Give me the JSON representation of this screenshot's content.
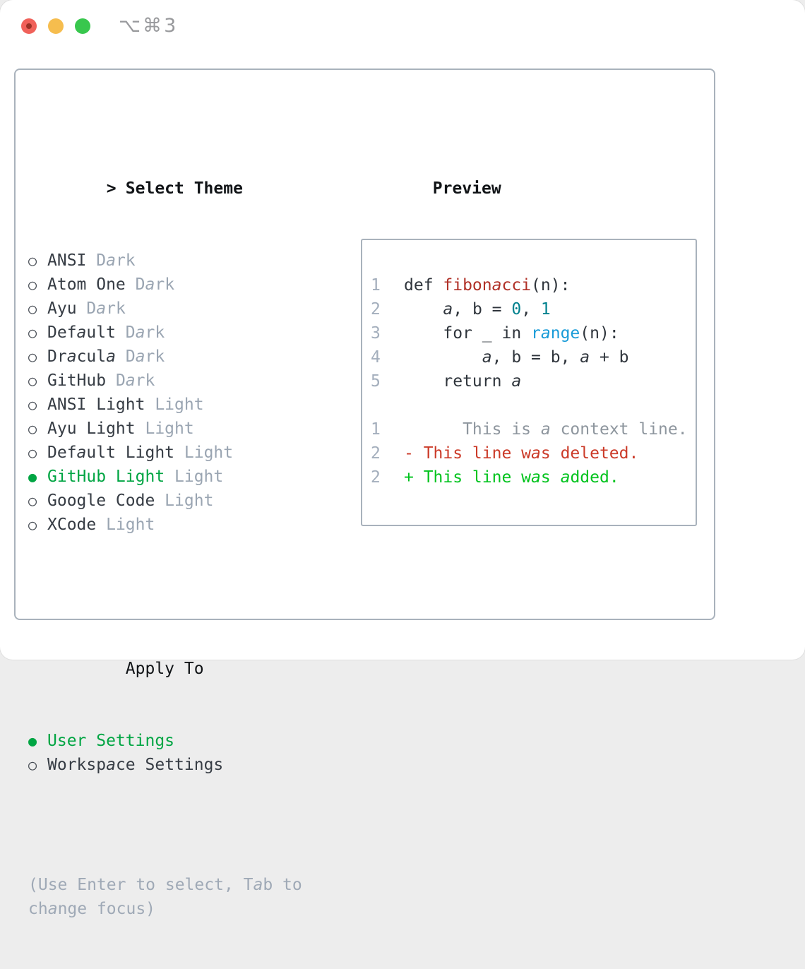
{
  "window": {
    "title": "⌥⌘3",
    "traffic_lights": [
      {
        "name": "close",
        "color": "#f0615a"
      },
      {
        "name": "minimize",
        "color": "#f6bd4e"
      },
      {
        "name": "zoom",
        "color": "#38c74d"
      }
    ]
  },
  "theme_picker": {
    "header": "Select Theme",
    "header_marker": ">",
    "marker_selected": "●",
    "marker_unselected": "○",
    "items": [
      {
        "name": "ANSI",
        "variant": "Dark",
        "selected": false
      },
      {
        "name": "Atom One",
        "variant": "Dark",
        "selected": false
      },
      {
        "name": "Ayu",
        "variant": "Dark",
        "selected": false
      },
      {
        "name": "Default",
        "variant": "Dark",
        "selected": false
      },
      {
        "name": "Dracula",
        "variant": "Dark",
        "selected": false
      },
      {
        "name": "GitHub",
        "variant": "Dark",
        "selected": false
      },
      {
        "name": "ANSI Light",
        "variant": "Light",
        "selected": false
      },
      {
        "name": "Ayu Light",
        "variant": "Light",
        "selected": false
      },
      {
        "name": "Default Light",
        "variant": "Light",
        "selected": false
      },
      {
        "name": "GitHub Light",
        "variant": "Light",
        "selected": true
      },
      {
        "name": "Google Code",
        "variant": "Light",
        "selected": false
      },
      {
        "name": "XCode",
        "variant": "Light",
        "selected": false
      }
    ]
  },
  "apply_to": {
    "header": "Apply To",
    "options": [
      {
        "label": "User Settings",
        "selected": true
      },
      {
        "label": "Workspace Settings",
        "selected": false
      }
    ]
  },
  "help_text": "(Use Enter to select, Tab to change focus)",
  "preview": {
    "header": "Preview",
    "lines": [
      {
        "num": "1",
        "segments": [
          {
            "text": "def ",
            "style": "plain"
          },
          {
            "text": "fibonacci",
            "style": "function"
          },
          {
            "text": "(n):",
            "style": "plain"
          }
        ]
      },
      {
        "num": "2",
        "segments": [
          {
            "text": "    a, b = ",
            "style": "plain"
          },
          {
            "text": "0",
            "style": "number"
          },
          {
            "text": ", ",
            "style": "plain"
          },
          {
            "text": "1",
            "style": "number"
          }
        ]
      },
      {
        "num": "3",
        "segments": [
          {
            "text": "    for _ in ",
            "style": "plain"
          },
          {
            "text": "range",
            "style": "builtin"
          },
          {
            "text": "(n):",
            "style": "plain"
          }
        ]
      },
      {
        "num": "4",
        "segments": [
          {
            "text": "        a, b = b, a + b",
            "style": "plain"
          }
        ]
      },
      {
        "num": "5",
        "segments": [
          {
            "text": "    return a",
            "style": "plain"
          }
        ]
      },
      {
        "num": "",
        "segments": []
      },
      {
        "num": "1",
        "segments": [
          {
            "text": "      This is a context line.",
            "style": "context"
          }
        ]
      },
      {
        "num": "2",
        "segments": [
          {
            "text": "- This line was deleted.",
            "style": "deleted"
          }
        ]
      },
      {
        "num": "2",
        "segments": [
          {
            "text": "+ This line was added.",
            "style": "added"
          }
        ]
      }
    ]
  },
  "colors": {
    "selection_green": "#00a543",
    "added_green": "#00c31d",
    "deleted_red": "#cb3a28",
    "function_red": "#b03027",
    "number_teal": "#00818e",
    "builtin_blue": "#189bd8",
    "text_dark": "#32383f",
    "muted_gray": "#9aa5b2",
    "border_gray": "#a9b2bc"
  }
}
